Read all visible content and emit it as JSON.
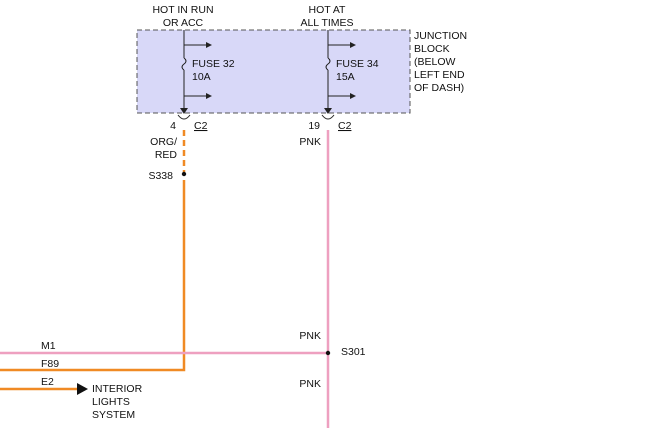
{
  "power_labels": {
    "hot_in_run": [
      "HOT IN RUN",
      "OR ACC"
    ],
    "hot_at_all_times": [
      "HOT AT",
      "ALL TIMES"
    ]
  },
  "junction_block": {
    "label": [
      "JUNCTION",
      "BLOCK",
      "(BELOW",
      "LEFT END",
      "OF DASH)"
    ],
    "fill_color": "#d8d8f8"
  },
  "fuses": [
    {
      "name": "FUSE 32",
      "rating": "10A",
      "pin": "4",
      "connector": "C2"
    },
    {
      "name": "FUSE 34",
      "rating": "15A",
      "pin": "19",
      "connector": "C2"
    }
  ],
  "wires": {
    "org_red": {
      "label": [
        "ORG/",
        "RED"
      ],
      "color": "#f08a24"
    },
    "pnk": {
      "label": "PNK",
      "color": "#eea0c0"
    }
  },
  "splices": {
    "s338": "S338",
    "s301": "S301"
  },
  "connector_labels": {
    "m1": "M1",
    "f89": "F89",
    "e2": "E2"
  },
  "destination": [
    "INTERIOR",
    "LIGHTS",
    "SYSTEM"
  ]
}
